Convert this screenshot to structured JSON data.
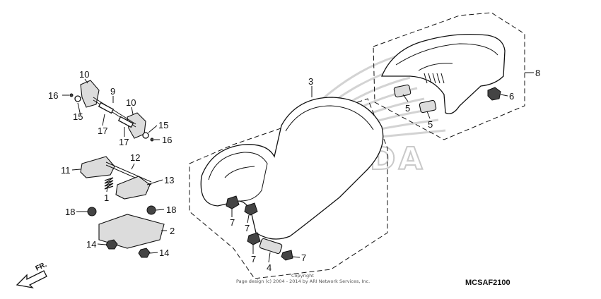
{
  "watermark": {
    "brand": "HONDA"
  },
  "callouts": {
    "c1": "1",
    "c2": "2",
    "c3": "3",
    "c4": "4",
    "c5a": "5",
    "c5b": "5",
    "c6": "6",
    "c7a": "7",
    "c7b": "7",
    "c7c": "7",
    "c7d": "7",
    "c8": "8",
    "c9": "9",
    "c10a": "10",
    "c10b": "10",
    "c11": "11",
    "c12": "12",
    "c13": "13",
    "c14a": "14",
    "c14b": "14",
    "c15a": "15",
    "c15b": "15",
    "c16a": "16",
    "c16b": "16",
    "c17a": "17",
    "c17b": "17",
    "c18a": "18",
    "c18b": "18"
  },
  "diagram_code": "MCSAF2100",
  "direction_label": "FR.",
  "copyright": {
    "line1": "Copyright",
    "line2": "Page design (c) 2004 - 2014 by ARI Network Services, Inc."
  }
}
